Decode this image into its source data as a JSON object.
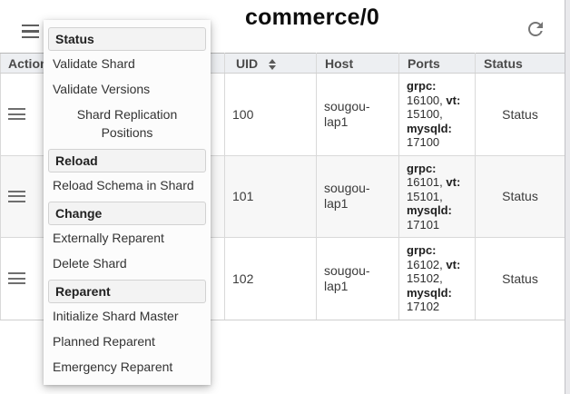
{
  "page": {
    "title": "commerce/0"
  },
  "toolbar": {
    "hamburger_icon": "hamburger-icon",
    "refresh_icon": "refresh-icon"
  },
  "menu": {
    "entries": [
      {
        "type": "header",
        "label": "Status"
      },
      {
        "type": "item",
        "label": "Validate Shard"
      },
      {
        "type": "item",
        "label": "Validate Versions"
      },
      {
        "type": "item",
        "label": "Shard Replication Positions"
      },
      {
        "type": "header",
        "label": "Reload"
      },
      {
        "type": "item",
        "label": "Reload Schema in Shard"
      },
      {
        "type": "header",
        "label": "Change"
      },
      {
        "type": "item",
        "label": "Externally Reparent"
      },
      {
        "type": "item",
        "label": "Delete Shard"
      },
      {
        "type": "header",
        "label": "Reparent"
      },
      {
        "type": "item",
        "label": "Initialize Shard Master"
      },
      {
        "type": "item",
        "label": "Planned Reparent"
      },
      {
        "type": "item",
        "label": "Emergency Reparent"
      }
    ]
  },
  "table": {
    "headers": {
      "actions": "Actions",
      "uid": "UID",
      "host": "Host",
      "ports": "Ports",
      "status": "Status"
    },
    "sort_icon": "sort-icon",
    "row_menu_icon": "hamburger-icon",
    "ports_labels": {
      "grpc": "grpc:",
      "vt": "vt:",
      "mysqld": "mysqld:"
    },
    "rows": [
      {
        "uid": "100",
        "host": "sougou-lap1",
        "ports": {
          "grpc": "16100,",
          "vt": "15100,",
          "mysqld": "17100"
        },
        "status": "Status"
      },
      {
        "uid": "101",
        "host": "sougou-lap1",
        "ports": {
          "grpc": "16101,",
          "vt": "15101,",
          "mysqld": "17101"
        },
        "status": "Status"
      },
      {
        "uid": "102",
        "host": "sougou-lap1",
        "ports": {
          "grpc": "16102,",
          "vt": "15102,",
          "mysqld": "17102"
        },
        "status": "Status"
      }
    ]
  },
  "colors": {
    "table_header_bg": "#edeff2",
    "row_alt_bg": "#f7f7f7",
    "border": "#d9d9d9",
    "menu_chip_bg": "#f3f3f3",
    "icon_gray": "#757575"
  }
}
